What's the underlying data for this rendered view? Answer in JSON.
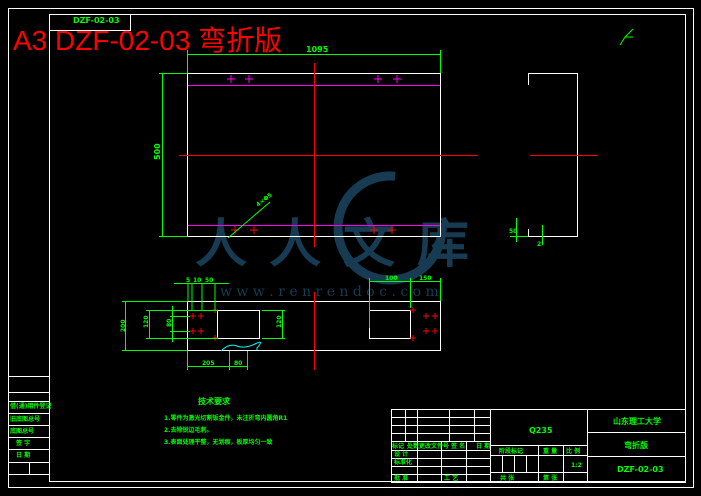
{
  "title": "A3 DZF-02-03 弯折版",
  "small_box_label": "DZF-02-03",
  "colors": {
    "background": "#000000",
    "outline": "#ffffff",
    "dimension": "#00ff00",
    "centerline": "#ff0000",
    "hidden": "#ff00ff",
    "watermark": "#1e4f6e"
  },
  "top_view": {
    "width_dim": "1095",
    "height_dim": "500",
    "hole_note": "4×Φ5"
  },
  "side_view": {
    "flange_dim": "50",
    "thk_dim": "2"
  },
  "bottom_view": {
    "dims_top_left": [
      "5",
      "10",
      "50"
    ],
    "dims_top_right": [
      "100",
      "150"
    ],
    "dim_left_total": "200",
    "dim_left_inner": "120",
    "dim_left_hole": "80",
    "dim_right": "120",
    "dim_bottom_1": "205",
    "dim_bottom_2": "80"
  },
  "watermark": {
    "text": "人人文库",
    "url": "w w w . r e n r e n d o c . c o m"
  },
  "tech": {
    "heading": "技术要求",
    "lines": [
      "1.零件为激光切割钣金件，未注折弯内圆角R1",
      "2.去除锐边毛刺。",
      "3.表面处理平整，无划痕，板厚均匀一致"
    ]
  },
  "title_block": {
    "material": "Q235",
    "school": "山东理工大学",
    "part_name": "弯折版",
    "drawing_no": "DZF-02-03",
    "left_labels": [
      "标记",
      "处数",
      "更改文件号",
      "签 名",
      "日 期"
    ],
    "lower_left": [
      "设 计",
      "标准化",
      "审 核",
      "工 艺",
      "批 准"
    ],
    "mid_labels": [
      "阶段标记",
      "重 量",
      "比 例"
    ],
    "scale": "1:2",
    "sheet_labels": [
      "共 张",
      "第 张"
    ]
  },
  "left_strip": [
    "借(通)用件登记",
    "旧底图总号",
    "底图总号",
    "签 字",
    "日 期"
  ]
}
